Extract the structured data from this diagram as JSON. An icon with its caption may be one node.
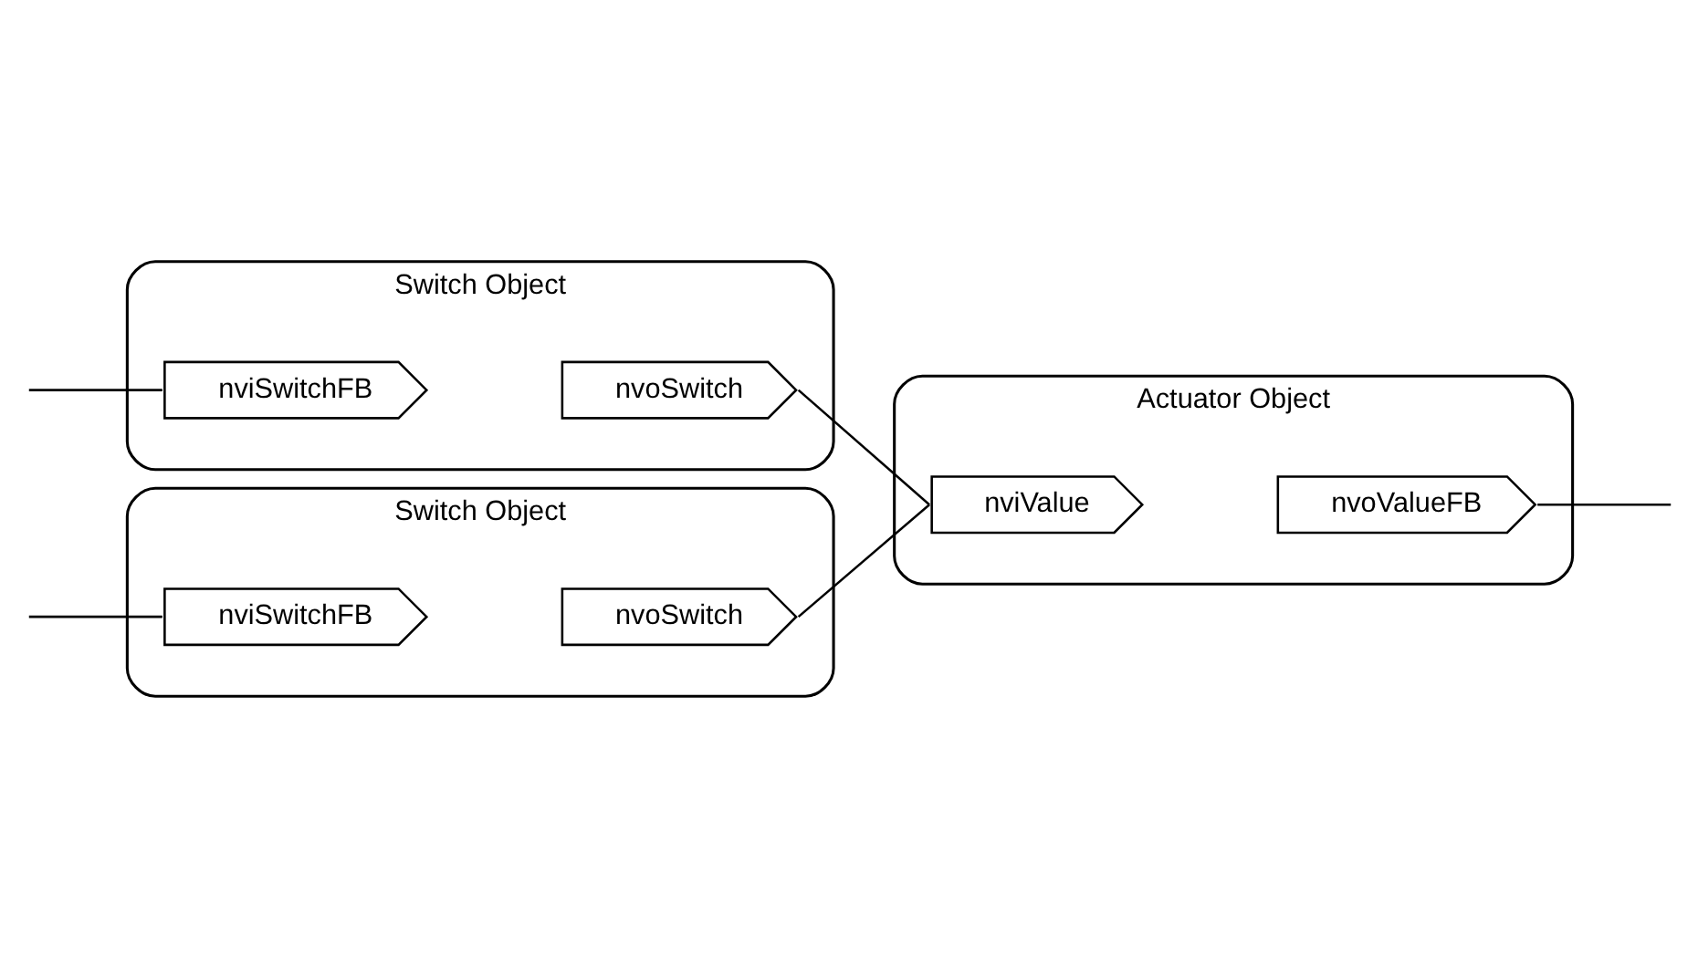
{
  "diagram": {
    "nodes": [
      {
        "text": [
          "Switch Object"
        ]
      },
      {
        "text": [
          "nvoSwitch"
        ],
        "in": 0
      },
      {
        "text": [
          "nviSwitchFB"
        ],
        "in": 0
      },
      {
        "text": [
          "Switch Object"
        ]
      },
      {
        "text": [
          "nvoSwitch"
        ],
        "in": 3
      },
      {
        "text": [
          "nviSwitchFB"
        ],
        "in": 3
      },
      {
        "text": [
          "Actuator Object"
        ]
      },
      {
        "text": [
          "nviValue"
        ],
        "in": 6
      },
      {
        "text": [
          "nvoValueFB"
        ],
        "in": 6
      }
    ],
    "edges": [
      {
        "from": 1,
        "to": 7,
        "arrow": "none"
      },
      {
        "from": 4,
        "to": 7,
        "arrow": "none"
      },
      {
        "from": 8,
        "to": null,
        "arrow": "none"
      },
      {
        "from": null,
        "to": 2,
        "arrow": "none"
      },
      {
        "from": null,
        "to": 5,
        "arrow": "none"
      }
    ]
  }
}
